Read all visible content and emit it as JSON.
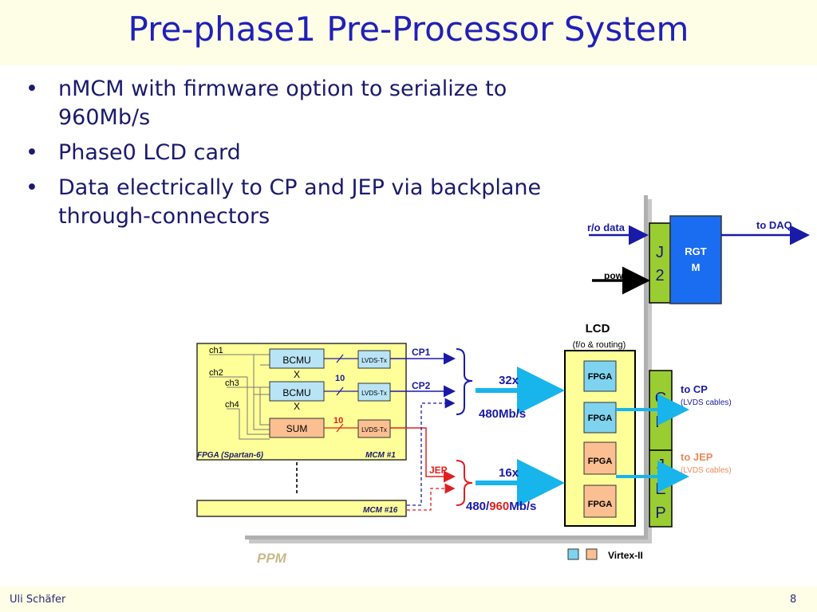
{
  "slide": {
    "title": "Pre-phase1 Pre-Processor System",
    "bullets": [
      "nMCM with firmware option to serialize to 960Mb/s",
      "Phase0 LCD card",
      "Data electrically to CP and JEP via backplane through-connectors"
    ],
    "footer_author": "Uli Schäfer",
    "page_number": "8"
  },
  "diagram": {
    "rgtm": {
      "line1": "RGT",
      "line2": "M"
    },
    "j2": {
      "line1": "J",
      "line2": "2"
    },
    "ro_data": "r/o data",
    "to_daq": "to DAQ",
    "power": "power",
    "lcd": {
      "title": "LCD",
      "subtitle": "(f/o & routing)",
      "fpga_label": "FPGA"
    },
    "cp_connector": [
      "C",
      "P"
    ],
    "jep_connector": [
      "J",
      "E",
      "P"
    ],
    "to_cp": "to CP",
    "to_cp_sub": "(LVDS cables)",
    "to_jep": "to JEP",
    "to_jep_sub": "(LVDS cables)",
    "mcm1": {
      "channels": [
        "ch1",
        "ch2",
        "ch3",
        "ch4"
      ],
      "bcmux1": [
        "BCMU",
        "X"
      ],
      "bcmux2": [
        "BCMU",
        "X"
      ],
      "sum": "SUM",
      "lvds_tx": "LVDS-Tx",
      "bus_width_1": "10",
      "bus_width_2": "10",
      "fpga_label": "FPGA (Spartan-6)",
      "name": "MCM #1"
    },
    "mcm16": "MCM #16",
    "cp1": "CP1",
    "cp2": "CP2",
    "jep": "JEP",
    "rate_cp_mult": "32x",
    "rate_cp": "480Mb/s",
    "rate_jep_mult": "16x",
    "rate_jep_a": "480/",
    "rate_jep_b": "960",
    "rate_jep_c": "Mb/s",
    "ppm": "PPM",
    "legend": "Virtex-II",
    "colors": {
      "blue_text": "#1a1aa8",
      "lcd_fill": "#ffff99",
      "mcm_fill": "#ffff99",
      "fpga_fill": "#fbbf91",
      "rgtm_fill": "#1a6cf0",
      "connector_fill": "#9acd32",
      "cyan_arrow": "#18b4ec",
      "red_signal": "#e02020"
    }
  }
}
